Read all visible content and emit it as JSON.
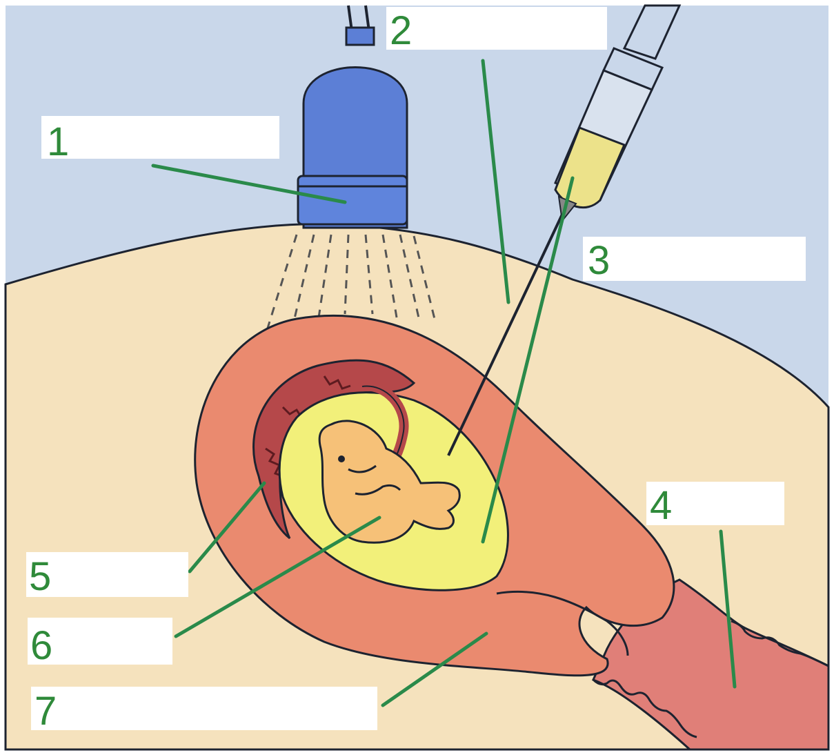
{
  "colors": {
    "sky": "#c9d7ea",
    "skin": "#f5e2bd",
    "outline": "#1d2330",
    "probe": "#5c7fd6",
    "uterus": "#ea8a6f",
    "uterus_dark": "#d5634a",
    "placenta": "#b5484a",
    "amniotic_fluid": "#f2f07a",
    "fetus": "#f6c178",
    "leader": "#2a8a4a",
    "label_number": "#2f8a3a",
    "syringe_fluid": "#ece28a"
  },
  "labels": [
    {
      "number": "1",
      "answer": ""
    },
    {
      "number": "2",
      "answer": ""
    },
    {
      "number": "3",
      "answer": ""
    },
    {
      "number": "4",
      "answer": ""
    },
    {
      "number": "5",
      "answer": ""
    },
    {
      "number": "6",
      "answer": ""
    },
    {
      "number": "7",
      "answer": ""
    }
  ],
  "icons": [
    "ultrasound-probe-icon",
    "syringe-icon",
    "fetus-icon"
  ]
}
